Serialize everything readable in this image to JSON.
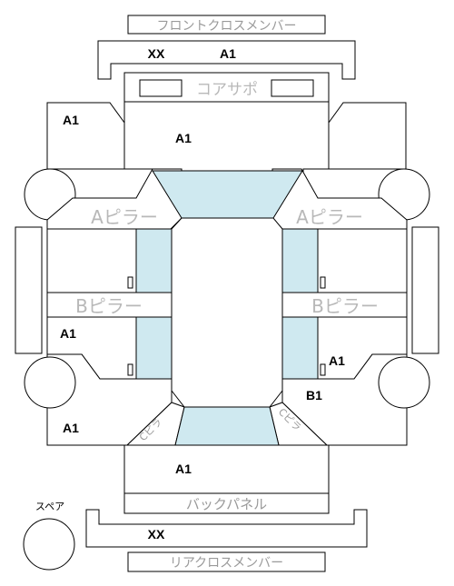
{
  "labels": {
    "front_cross_member": "フロントクロスメンバー",
    "core_support": "コアサポ",
    "a_pillar_left": "Aピラー",
    "a_pillar_right": "Aピラー",
    "b_pillar_left": "Bピラー",
    "b_pillar_right": "Bピラー",
    "c_pillar_left": "Cピラ",
    "c_pillar_right": "Cピラ",
    "back_panel": "バックパネル",
    "rear_cross_member": "リアクロスメンバー",
    "spare": "スペア"
  },
  "codes": {
    "front_cross_member": "XX",
    "front_upper": "A1",
    "front_left_fender": "A1",
    "hood": "A1",
    "left_rear_door": "A1",
    "right_rear_door": "A1",
    "right_quarter": "B1",
    "left_quarter": "A1",
    "trunk": "A1",
    "rear_cross_member": "XX"
  },
  "colors": {
    "glass": "#cfe9f0",
    "label_gray": "#9a9a9a",
    "line": "#000000"
  }
}
